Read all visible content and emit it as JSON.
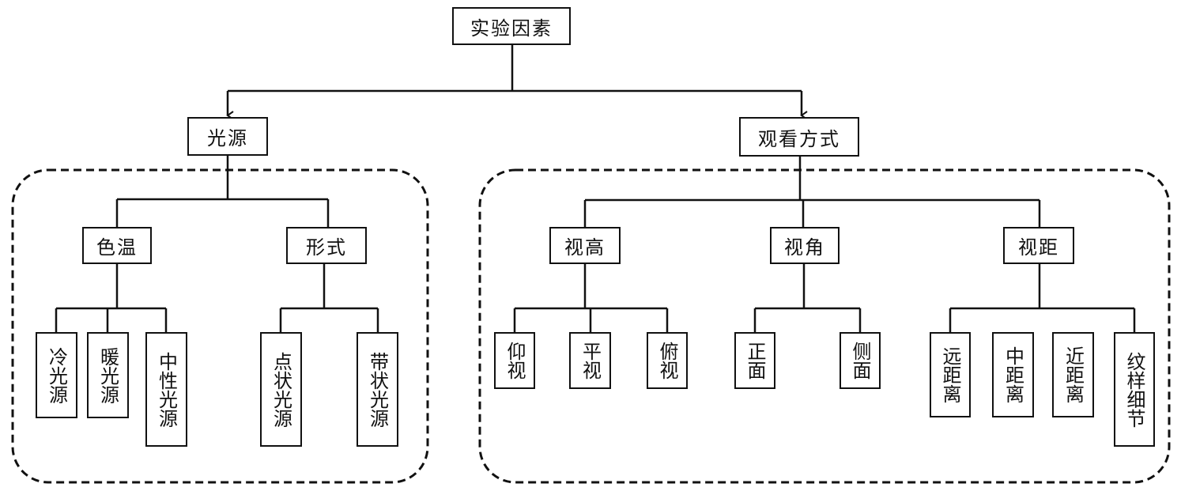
{
  "diagram": {
    "root": "实验因素",
    "light_source": {
      "label": "光源",
      "color_temp": {
        "label": "色温",
        "children": [
          "冷光源",
          "暖光源",
          "中性光源"
        ]
      },
      "form": {
        "label": "形式",
        "children": [
          "点状光源",
          "带状光源"
        ]
      }
    },
    "viewing": {
      "label": "观看方式",
      "height": {
        "label": "视高",
        "children": [
          "仰视",
          "平视",
          "俯视"
        ]
      },
      "angle": {
        "label": "视角",
        "children": [
          "正面",
          "侧面"
        ]
      },
      "distance": {
        "label": "视距",
        "children": [
          "远距离",
          "中距离",
          "近距离",
          "纹样细节"
        ]
      }
    }
  }
}
